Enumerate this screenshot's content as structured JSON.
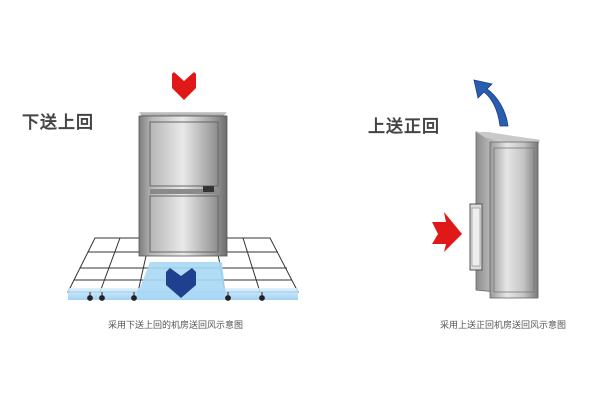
{
  "left_panel": {
    "title": "下送上回",
    "caption": "采用下送上回的机房送回风示意图",
    "supply_arrow_color": "#e01818",
    "return_arrow_color": "#1f3f8f",
    "floor_airflow_color": "#9fd3f2"
  },
  "right_panel": {
    "title": "上送正回",
    "caption": "采用上送正回机房送回风示意图",
    "intake_arrow_color": "#e01818",
    "exhaust_arrow_color": "#2a5db0"
  }
}
